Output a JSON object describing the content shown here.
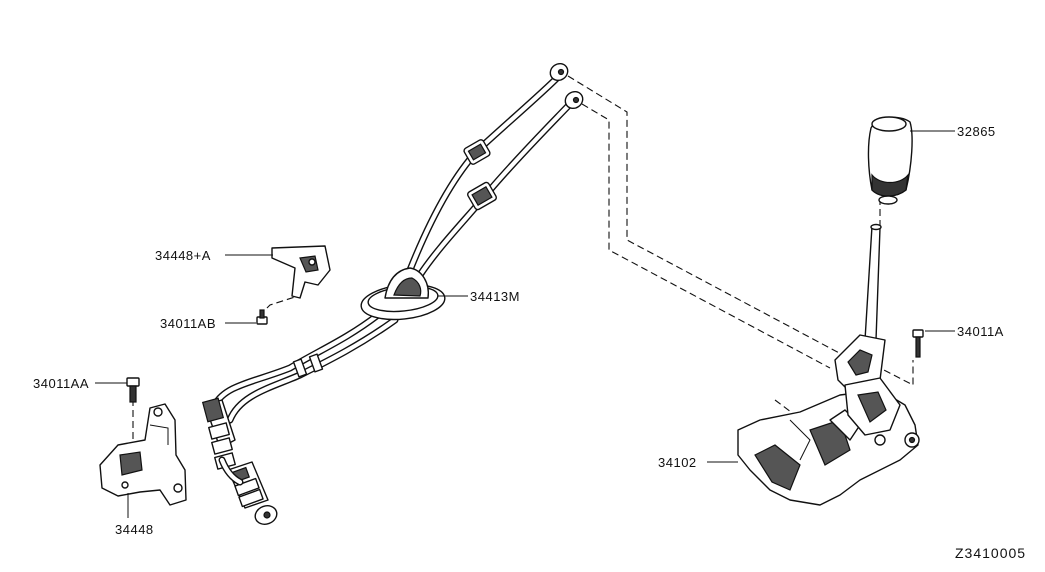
{
  "diagram": {
    "code": "Z3410005",
    "labels": {
      "knob": "32865",
      "bolt_a": "34011A",
      "bolt_ab": "34011AB",
      "bolt_aa": "34011AA",
      "bracket_small": "34448+A",
      "bracket": "34448",
      "cable_assy": "34413M",
      "control_device": "34102"
    }
  }
}
